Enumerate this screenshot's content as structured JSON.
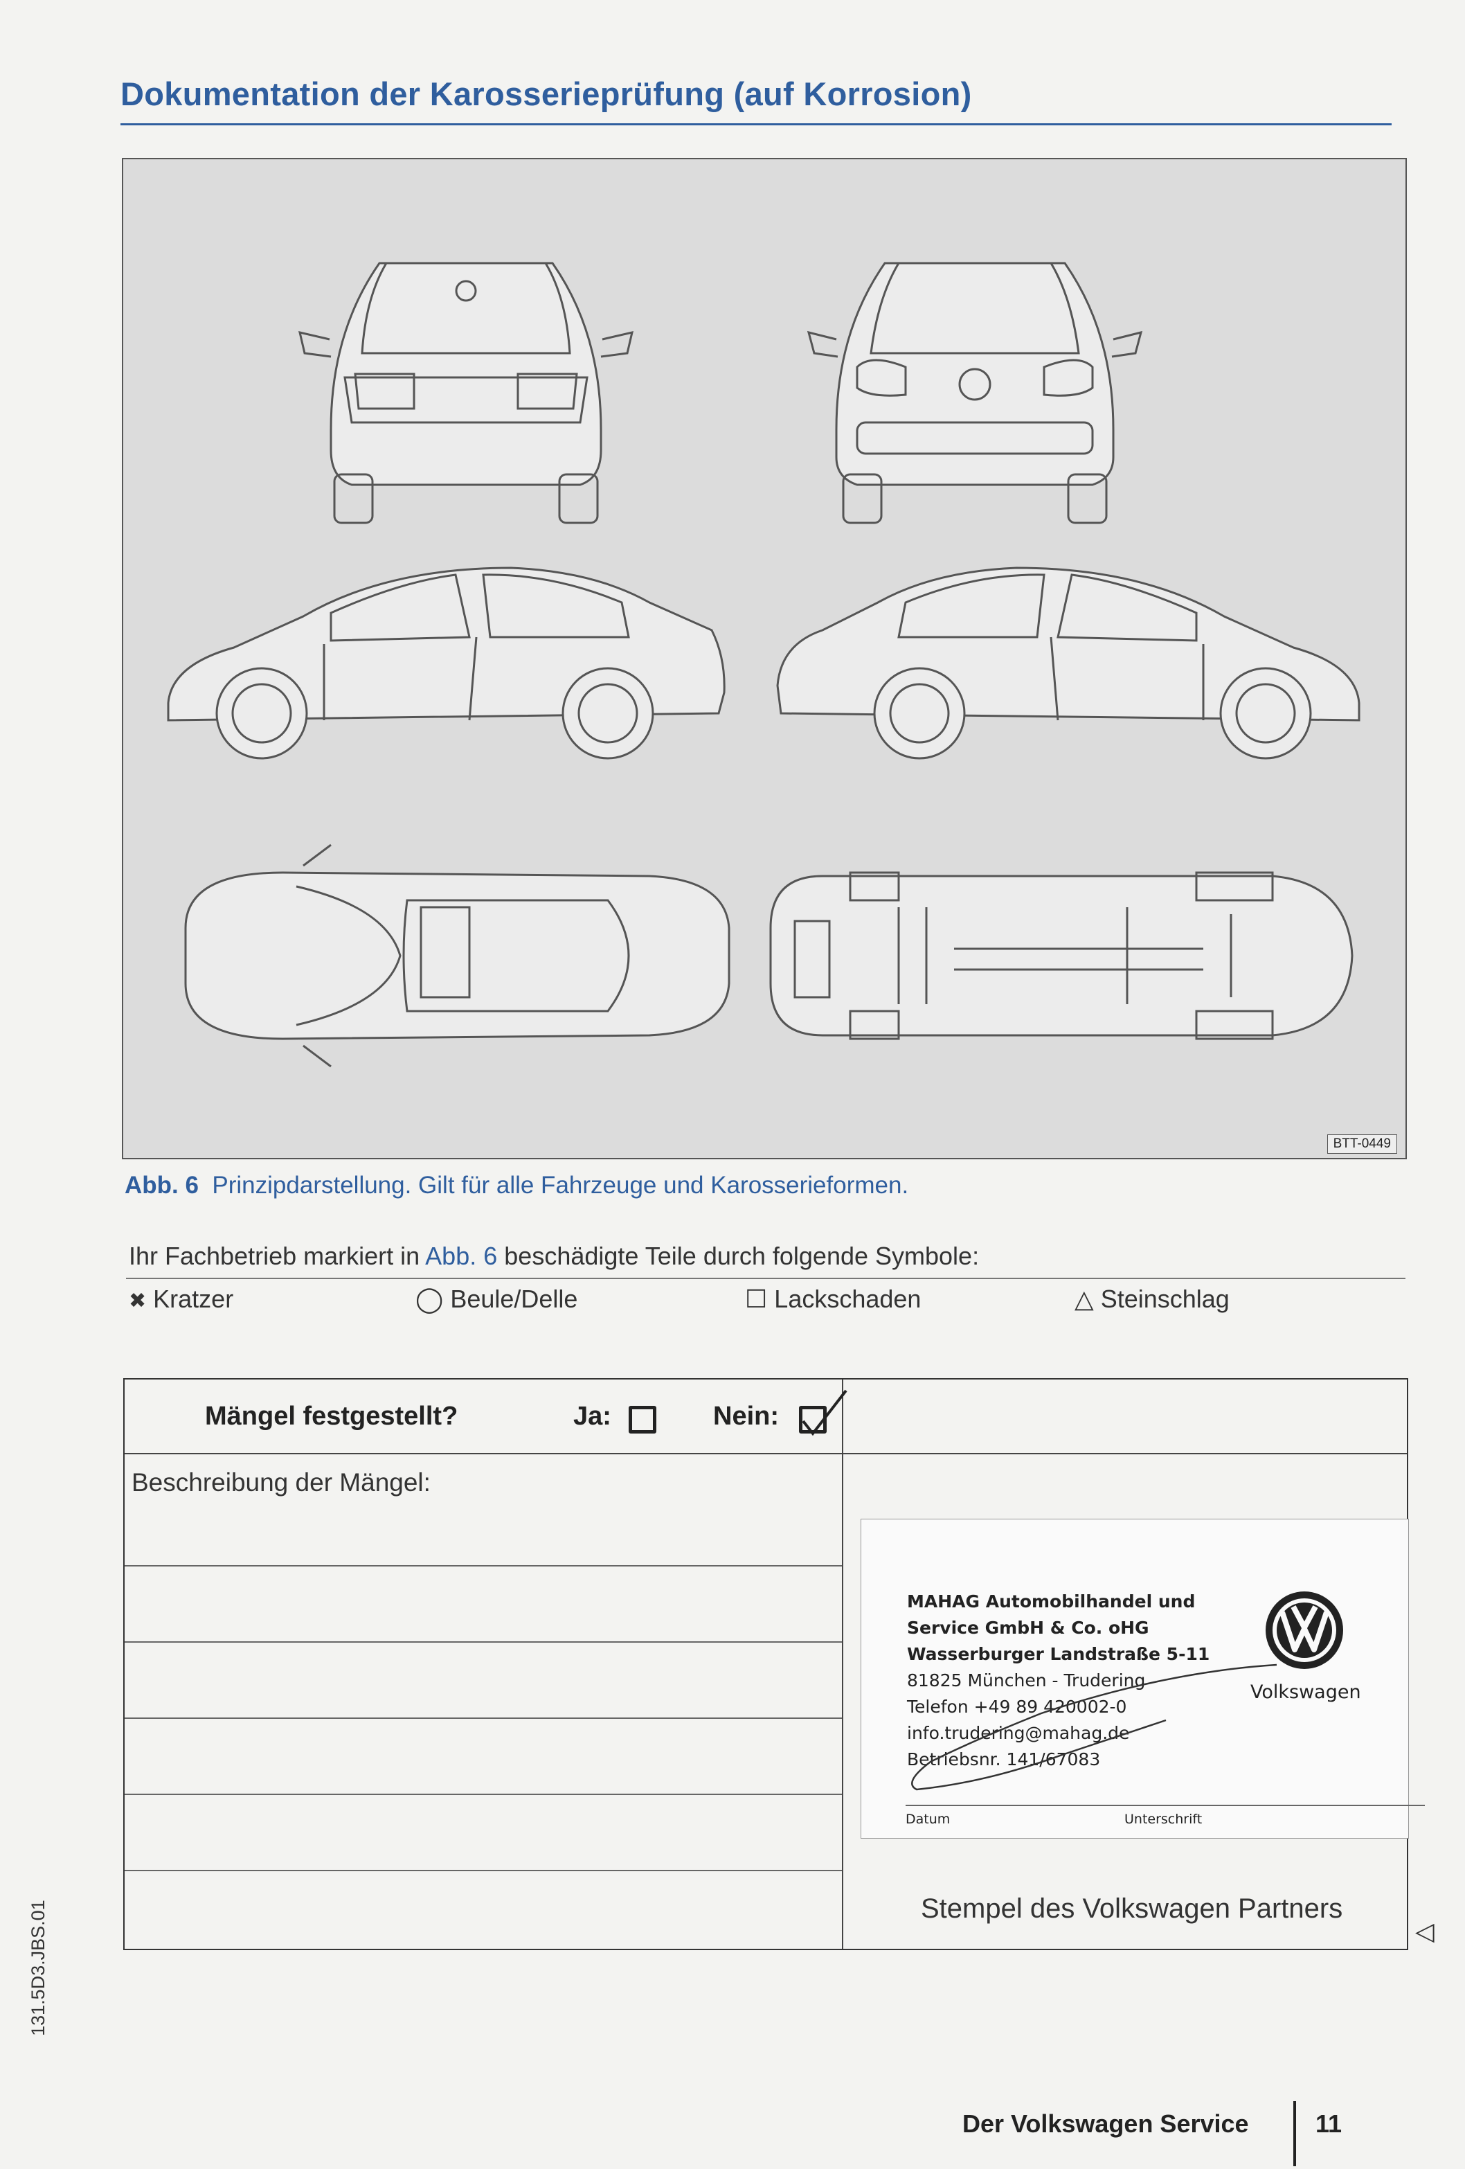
{
  "title": "Dokumentation der Karosserieprüfung (auf Korrosion)",
  "figure": {
    "code": "BTT-0449",
    "caption_label": "Abb. 6",
    "caption_text": "Prinzipdarstellung. Gilt für alle Fahrzeuge und Karosserieformen."
  },
  "legend": {
    "intro_before": "Ihr Fachbetrieb markiert in",
    "intro_ref": "Abb. 6",
    "intro_after": "beschädigte Teile durch folgende Symbole:",
    "items": [
      {
        "symbol": "✖",
        "label": "Kratzer"
      },
      {
        "symbol": "◯",
        "label": "Beule/Delle"
      },
      {
        "symbol": "☐",
        "label": "Lackschaden"
      },
      {
        "symbol": "△",
        "label": "Steinschlag"
      }
    ]
  },
  "form": {
    "question": "Mängel festgestellt?",
    "yes_label": "Ja:",
    "no_label": "Nein:",
    "selected": "Nein",
    "description_label": "Beschreibung der Mängel:"
  },
  "stamp": {
    "lines": [
      "MAHAG Automobilhandel und",
      "Service GmbH & Co. oHG",
      "Wasserburger Landstraße 5-11",
      "81825 München - Trudering",
      "Telefon +49 89 420002-0",
      "info.trudering@mahag.de",
      "Betriebsnr. 141/67083"
    ],
    "brand": "Volkswagen",
    "date_label": "Datum",
    "signature_label": "Unterschrift",
    "caption": "Stempel des Volkswagen Partners"
  },
  "footer": {
    "side_code": "131.5D3.JBS.01",
    "section_title": "Der Volkswagen Service",
    "page_number": "11"
  },
  "colors": {
    "accent": "#2f5e9e",
    "figure_bg": "#dcdcdc"
  }
}
